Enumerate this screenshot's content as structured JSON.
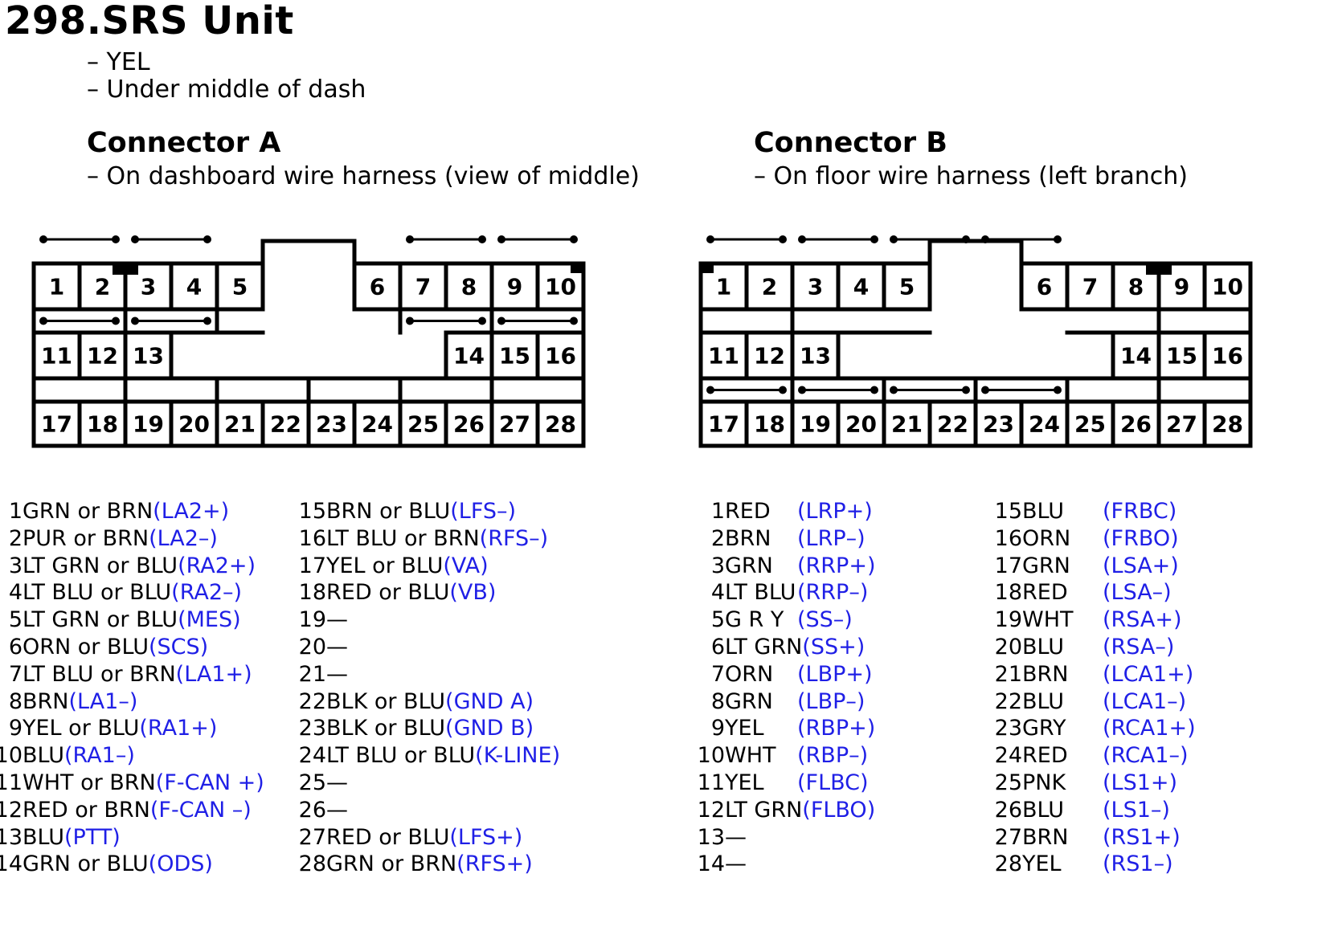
{
  "title": "298.SRS Unit",
  "notes": [
    "– YEL",
    "– Under middle of dash"
  ],
  "colors": {
    "signal": "#1f1fe6",
    "line": "#000000"
  },
  "connectors": [
    {
      "title": "Connector A",
      "subtitle": "– On dashboard wire harness (view of middle)",
      "pins": [
        {
          "num": "1",
          "wire": "GRN or BRN",
          "signal": "(LA2+)"
        },
        {
          "num": "2",
          "wire": "PUR or BRN",
          "signal": "(LA2–)"
        },
        {
          "num": "3",
          "wire": "LT GRN or BLU",
          "signal": "(RA2+)"
        },
        {
          "num": "4",
          "wire": "LT BLU or BLU",
          "signal": "(RA2–)"
        },
        {
          "num": "5",
          "wire": "LT GRN or BLU",
          "signal": "(MES)"
        },
        {
          "num": "6",
          "wire": "ORN or BLU",
          "signal": "(SCS)"
        },
        {
          "num": "7",
          "wire": "LT BLU or BRN",
          "signal": "(LA1+)"
        },
        {
          "num": "8",
          "wire": "BRN",
          "signal": "(LA1–)"
        },
        {
          "num": "9",
          "wire": "YEL or BLU",
          "signal": "(RA1+)"
        },
        {
          "num": "10",
          "wire": "BLU",
          "signal": "(RA1–)"
        },
        {
          "num": "11",
          "wire": "WHT or BRN",
          "signal": "(F-CAN +)"
        },
        {
          "num": "12",
          "wire": "RED or BRN",
          "signal": "(F-CAN –)"
        },
        {
          "num": "13",
          "wire": "BLU",
          "signal": "(PTT)"
        },
        {
          "num": "14",
          "wire": "GRN or BLU",
          "signal": "(ODS)"
        },
        {
          "num": "15",
          "wire": "BRN or BLU",
          "signal": "(LFS–)"
        },
        {
          "num": "16",
          "wire": "LT BLU or BRN",
          "signal": "(RFS–)"
        },
        {
          "num": "17",
          "wire": "YEL or BLU",
          "signal": "(VA)"
        },
        {
          "num": "18",
          "wire": "RED or BLU",
          "signal": "(VB)"
        },
        {
          "num": "19",
          "wire": "—",
          "signal": ""
        },
        {
          "num": "20",
          "wire": "—",
          "signal": ""
        },
        {
          "num": "21",
          "wire": "—",
          "signal": ""
        },
        {
          "num": "22",
          "wire": "BLK or BLU",
          "signal": "(GND A)"
        },
        {
          "num": "23",
          "wire": "BLK or BLU",
          "signal": "(GND B)"
        },
        {
          "num": "24",
          "wire": "LT BLU or BLU",
          "signal": "(K-LINE)"
        },
        {
          "num": "25",
          "wire": "—",
          "signal": ""
        },
        {
          "num": "26",
          "wire": "—",
          "signal": ""
        },
        {
          "num": "27",
          "wire": "RED or BLU",
          "signal": "(LFS+)"
        },
        {
          "num": "28",
          "wire": "GRN or BRN",
          "signal": "(RFS+)"
        }
      ]
    },
    {
      "title": "Connector B",
      "subtitle": "– On floor wire harness (left branch)",
      "pins": [
        {
          "num": "1",
          "wire": "RED",
          "signal": "(LRP+)"
        },
        {
          "num": "2",
          "wire": "BRN",
          "signal": "(LRP–)"
        },
        {
          "num": "3",
          "wire": "GRN",
          "signal": "(RRP+)"
        },
        {
          "num": "4",
          "wire": "LT BLU",
          "signal": "(RRP–)"
        },
        {
          "num": "5",
          "wire": "G R Y",
          "signal": "(SS–)"
        },
        {
          "num": "6",
          "wire": "LT GRN",
          "signal": "(SS+)"
        },
        {
          "num": "7",
          "wire": "ORN",
          "signal": "(LBP+)"
        },
        {
          "num": "8",
          "wire": "GRN",
          "signal": "(LBP–)"
        },
        {
          "num": "9",
          "wire": "YEL",
          "signal": "(RBP+)"
        },
        {
          "num": "10",
          "wire": "WHT",
          "signal": "(RBP–)"
        },
        {
          "num": "11",
          "wire": "YEL",
          "signal": "(FLBC)"
        },
        {
          "num": "12",
          "wire": "LT GRN",
          "signal": "(FLBO)"
        },
        {
          "num": "13",
          "wire": "—",
          "signal": ""
        },
        {
          "num": "14",
          "wire": "—",
          "signal": ""
        },
        {
          "num": "15",
          "wire": "BLU",
          "signal": "(FRBC)"
        },
        {
          "num": "16",
          "wire": "ORN",
          "signal": "(FRBO)"
        },
        {
          "num": "17",
          "wire": "GRN",
          "signal": "(LSA+)"
        },
        {
          "num": "18",
          "wire": "RED",
          "signal": "(LSA–)"
        },
        {
          "num": "19",
          "wire": "WHT",
          "signal": "(RSA+)"
        },
        {
          "num": "20",
          "wire": "BLU",
          "signal": "(RSA–)"
        },
        {
          "num": "21",
          "wire": "BRN",
          "signal": "(LCA1+)"
        },
        {
          "num": "22",
          "wire": "BLU",
          "signal": "(LCA1–)"
        },
        {
          "num": "23",
          "wire": "GRY",
          "signal": "(RCA1+)"
        },
        {
          "num": "24",
          "wire": "RED",
          "signal": "(RCA1–)"
        },
        {
          "num": "25",
          "wire": "PNK",
          "signal": "(LS1+)"
        },
        {
          "num": "26",
          "wire": "BLU",
          "signal": "(LS1–)"
        },
        {
          "num": "27",
          "wire": "BRN",
          "signal": "(RS1+)"
        },
        {
          "num": "28",
          "wire": "YEL",
          "signal": "(RS1–)"
        }
      ]
    }
  ]
}
